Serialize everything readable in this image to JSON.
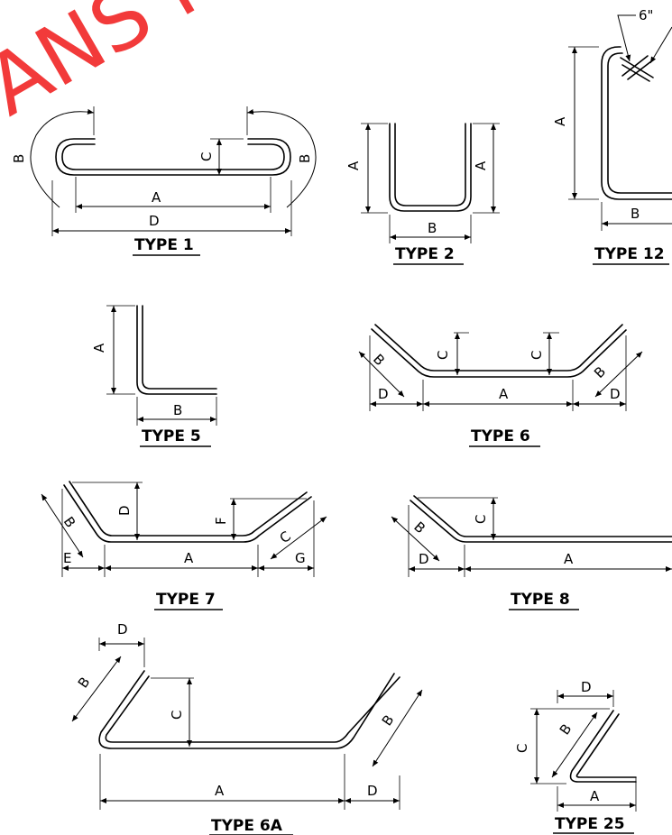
{
  "watermark": "ANS NOT",
  "diagrams": {
    "type1": {
      "title": "TYPE 1",
      "labels": {
        "a": "A",
        "b": "B",
        "c": "C",
        "d": "D"
      }
    },
    "type2": {
      "title": "TYPE 2",
      "labels": {
        "a": "A",
        "b": "B"
      }
    },
    "type12": {
      "title": "TYPE 12",
      "labels": {
        "a": "A",
        "b": "B",
        "angle": "6\""
      }
    },
    "type5": {
      "title": "TYPE 5",
      "labels": {
        "a": "A",
        "b": "B"
      }
    },
    "type6": {
      "title": "TYPE 6",
      "labels": {
        "a": "A",
        "b": "B",
        "c": "C",
        "d": "D"
      }
    },
    "type7": {
      "title": "TYPE 7",
      "labels": {
        "a": "A",
        "b": "B",
        "c": "C",
        "d": "D",
        "e": "E",
        "f": "F",
        "g": "G"
      }
    },
    "type8": {
      "title": "TYPE 8",
      "labels": {
        "a": "A",
        "b": "B",
        "c": "C",
        "d": "D"
      }
    },
    "type6a": {
      "title": "TYPE 6A",
      "labels": {
        "a": "A",
        "b": "B",
        "c": "C",
        "d": "D"
      }
    },
    "type25": {
      "title": "TYPE 25",
      "labels": {
        "a": "A",
        "b": "B",
        "c": "C",
        "d": "D"
      }
    }
  }
}
